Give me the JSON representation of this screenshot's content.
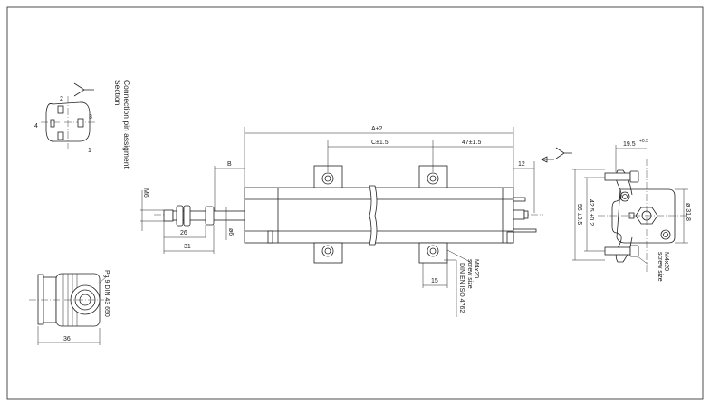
{
  "drawing": {
    "section_title": "Connection pin assigment",
    "section_subtitle": "Section",
    "view_marker": "Y",
    "pins": [
      "1",
      "2",
      "3",
      "4"
    ],
    "connector_label": "Pg 9 DIN 43 650",
    "connector_width": "36",
    "dimensions": {
      "A": "A±2",
      "C": "C±1.5",
      "d47": "47±1.5",
      "d12": "12",
      "B": "B",
      "M6": "M6",
      "d6": "ø6",
      "d26": "26",
      "d31": "31",
      "d15": "15",
      "screw": "M4x20",
      "screw_size": "screw size",
      "din": "DIN EN ISO 4762",
      "d19_5": "19.5",
      "d19_5_tol": "+0.5",
      "d42_5": "42.5 ±0.2",
      "d56": "56 ±0.5",
      "d31_8": "ø 31.8"
    }
  }
}
